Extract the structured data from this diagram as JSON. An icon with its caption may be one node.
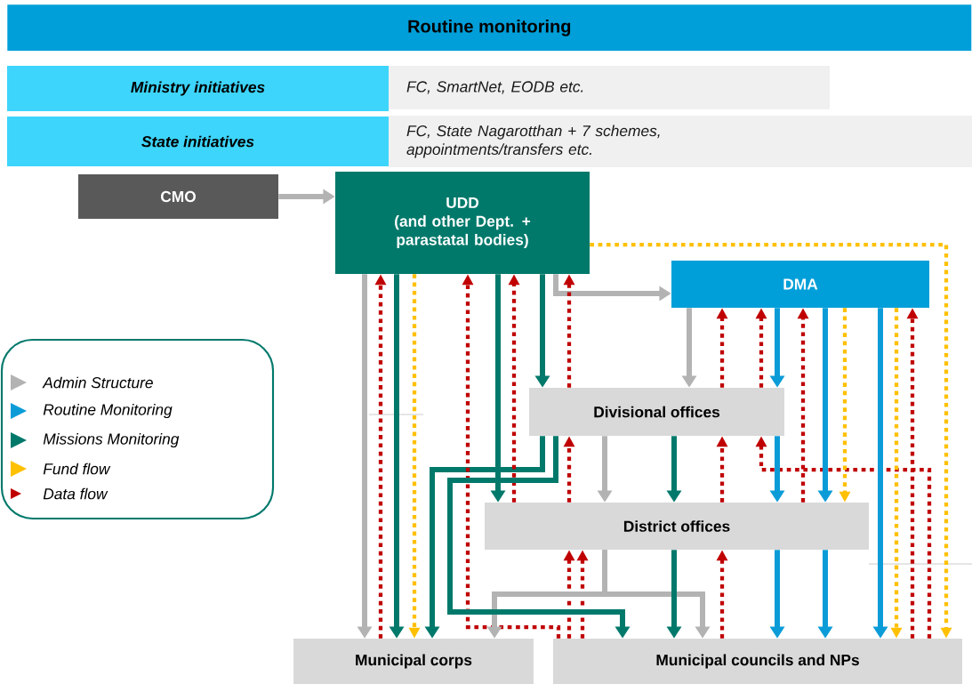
{
  "diagram": {
    "title": "Routine monitoring",
    "nodes": [
      {
        "text": [
          "Ministry initiatives"
        ]
      },
      {
        "text": [
          "FC, SmartNet, EODB etc."
        ]
      },
      {
        "text": [
          "State initiatives"
        ]
      },
      {
        "text": [
          "FC, State Nagarotthan + 7 schemes, appointments/transfers etc."
        ]
      },
      {
        "text": [
          "CMO"
        ]
      },
      {
        "text": [
          "UDD",
          "(and other Dept. + parastatal bodies)"
        ]
      },
      {
        "text": [
          "DMA"
        ]
      },
      {
        "text": [
          "Divisional offices"
        ]
      },
      {
        "text": [
          "District offices"
        ]
      },
      {
        "text": [
          "Municipal corps"
        ]
      },
      {
        "text": [
          "Municipal councils and NPs"
        ]
      }
    ],
    "edges": [
      {
        "from": 4,
        "to": 5,
        "arrow": "to",
        "color": "#b3b3b3"
      },
      {
        "from": 5,
        "to": 6,
        "arrow": "to",
        "color": "#b3b3b3"
      },
      {
        "from": 5,
        "to": 9,
        "arrow": "to",
        "color": "#b3b3b3"
      },
      {
        "from": 9,
        "to": 5,
        "arrow": "to",
        "style": "dashed"
      },
      {
        "from": 5,
        "to": 9,
        "arrow": "to",
        "color": "#00796b"
      },
      {
        "from": 5,
        "to": 7,
        "arrow": "to",
        "color": "#00796b"
      },
      {
        "from": 7,
        "to": 9,
        "arrow": "to",
        "color": "#00796b"
      },
      {
        "from": 5,
        "to": 9,
        "arrow": "to",
        "style": "dashed",
        "color": "#ffc000"
      },
      {
        "from": 5,
        "to": 8,
        "arrow": "to",
        "color": "#00796b"
      },
      {
        "from": 10,
        "to": 5,
        "arrow": "to",
        "style": "dashed"
      },
      {
        "from": 8,
        "to": 5,
        "arrow": "to",
        "style": "dashed"
      },
      {
        "from": 10,
        "to": 8,
        "arrow": "to",
        "style": "dashed"
      },
      {
        "from": 10,
        "to": 8,
        "arrow": "to",
        "style": "dashed"
      },
      {
        "from": 8,
        "to": 7,
        "arrow": "to",
        "style": "dashed"
      },
      {
        "from": 7,
        "to": 5,
        "arrow": "to",
        "style": "dashed"
      },
      {
        "from": 5,
        "to": 10,
        "arrow": "to",
        "style": "dashed",
        "color": "#ffc000"
      },
      {
        "from": 7,
        "to": 8,
        "arrow": "to",
        "color": "#b3b3b3"
      },
      {
        "from": 8,
        "to": 9,
        "arrow": "to",
        "color": "#b3b3b3"
      },
      {
        "from": 8,
        "to": 10,
        "arrow": "to",
        "color": "#b3b3b3"
      },
      {
        "from": 7,
        "to": 10,
        "arrow": "to",
        "color": "#00796b"
      },
      {
        "from": 7,
        "to": 8,
        "arrow": "to",
        "color": "#00796b"
      },
      {
        "from": 8,
        "to": 10,
        "arrow": "to",
        "color": "#00796b"
      },
      {
        "from": 6,
        "to": 7,
        "arrow": "to",
        "color": "#b3b3b3"
      },
      {
        "from": 7,
        "to": 6,
        "arrow": "to",
        "style": "dashed"
      },
      {
        "from": 8,
        "to": 7,
        "arrow": "to",
        "style": "dashed"
      },
      {
        "from": 10,
        "to": 8,
        "arrow": "to",
        "style": "dashed"
      },
      {
        "from": 7,
        "to": 6,
        "arrow": "to",
        "style": "dashed"
      },
      {
        "from": 10,
        "to": 7,
        "arrow": "to",
        "style": "dashed"
      },
      {
        "from": 6,
        "to": 7,
        "arrow": "to",
        "color": "#0b9cd8"
      },
      {
        "from": 7,
        "to": 8,
        "arrow": "to",
        "color": "#0b9cd8"
      },
      {
        "from": 8,
        "to": 10,
        "arrow": "to",
        "color": "#0b9cd8"
      },
      {
        "from": 8,
        "to": 6,
        "arrow": "to",
        "style": "dashed"
      },
      {
        "from": 6,
        "to": 8,
        "arrow": "to",
        "color": "#0b9cd8"
      },
      {
        "from": 8,
        "to": 10,
        "arrow": "to",
        "color": "#0b9cd8"
      },
      {
        "from": 6,
        "to": 8,
        "arrow": "to",
        "style": "dashed",
        "color": "#ffc000"
      },
      {
        "from": 6,
        "to": 10,
        "arrow": "to",
        "color": "#0b9cd8"
      },
      {
        "from": 6,
        "to": 10,
        "arrow": "to",
        "style": "dashed",
        "color": "#ffc000"
      },
      {
        "from": 10,
        "to": 6,
        "arrow": "to",
        "style": "dashed"
      }
    ],
    "legend": [
      {
        "text": "Admin Structure",
        "color": "#b3b3b3"
      },
      {
        "text": "Routine Monitoring",
        "color": "#0b9cd8"
      },
      {
        "text": "Missions Monitoring",
        "color": "#00796b"
      },
      {
        "text": "Fund flow",
        "color": "#ffc000"
      },
      {
        "text": "Data flow",
        "color": "#c00000"
      }
    ]
  }
}
